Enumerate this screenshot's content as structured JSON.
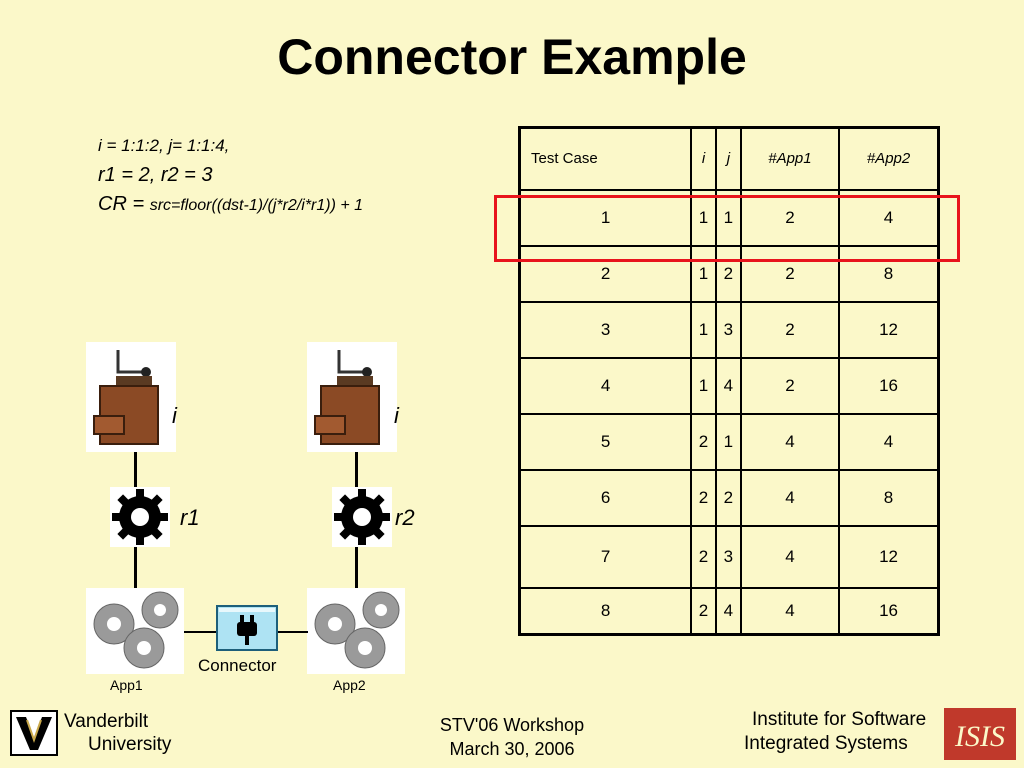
{
  "slide": {
    "title": "Connector Example",
    "params": {
      "line1": "i = 1:1:2, j= 1:1:4,",
      "line2": "r1 = 2, r2 = 3",
      "line3_prefix": "CR = ",
      "line3_formula": "src=floor((dst-1)/(j*r2/i*r1)) + 1"
    }
  },
  "table": {
    "headers": [
      "Test Case",
      "i",
      "j",
      "#App1",
      "#App2"
    ],
    "rows": [
      [
        "1",
        "1",
        "1",
        "2",
        "4"
      ],
      [
        "2",
        "1",
        "2",
        "2",
        "8"
      ],
      [
        "3",
        "1",
        "3",
        "2",
        "12"
      ],
      [
        "4",
        "1",
        "4",
        "2",
        "16"
      ],
      [
        "5",
        "2",
        "1",
        "4",
        "4"
      ],
      [
        "6",
        "2",
        "2",
        "4",
        "8"
      ],
      [
        "7",
        "2",
        "3",
        "4",
        "12"
      ],
      [
        "8",
        "2",
        "4",
        "4",
        "16"
      ]
    ],
    "highlight_color": "#e8141c",
    "highlighted_row": 1
  },
  "diagram": {
    "left": {
      "source_label": "i",
      "rate_label": "r1",
      "app_label": "App1"
    },
    "right": {
      "source_label": "i",
      "rate_label": "r2",
      "app_label": "App2"
    },
    "connector_label": "Connector"
  },
  "footer": {
    "left_line1": "Vanderbilt",
    "left_line2": "University",
    "center_line1": "STV'06 Workshop",
    "center_line2": "March 30, 2006",
    "right_line1": "Institute for Software",
    "right_line2": "Integrated Systems",
    "logo_text": "ISIS"
  },
  "colors": {
    "background": "#fbf8c9",
    "accent_red": "#e8141c"
  }
}
